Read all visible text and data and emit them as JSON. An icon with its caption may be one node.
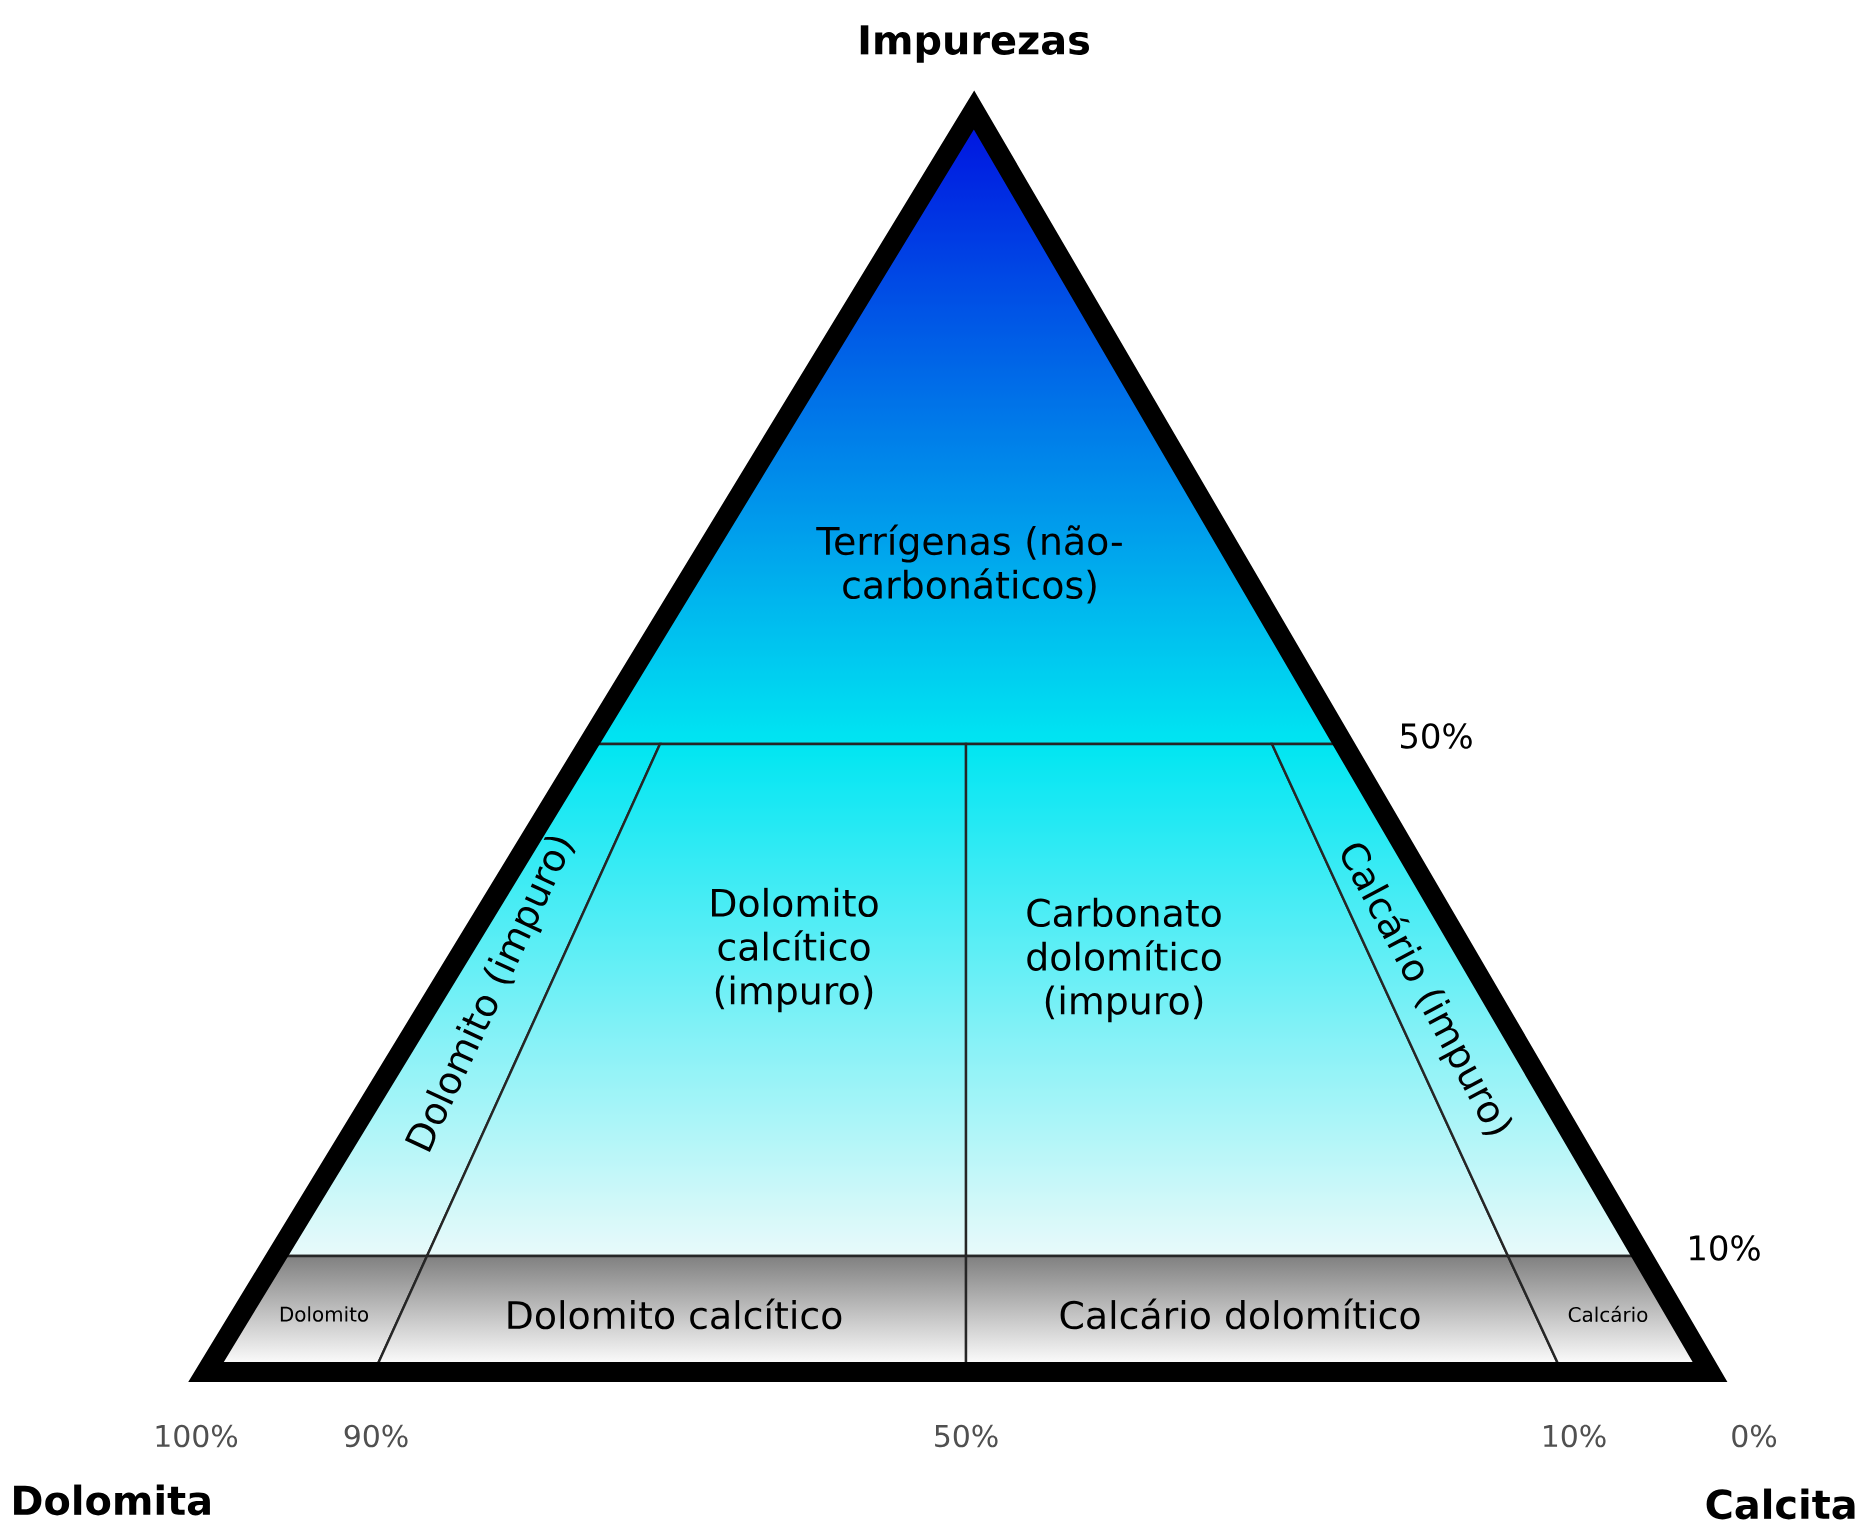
{
  "diagram": {
    "nodes": [
      {
        "text": [
          "Terrígenas (não-carbonáticos)"
        ]
      },
      {
        "text": [
          "Dolomito (impuro)"
        ]
      },
      {
        "text": [
          "Dolomito calcítico (impuro)"
        ]
      },
      {
        "text": [
          "Carbonato dolomítico (impuro)"
        ]
      },
      {
        "text": [
          "Calcário (impuro)"
        ]
      },
      {
        "text": [
          "Dolomito"
        ]
      },
      {
        "text": [
          "Dolomito calcítico"
        ]
      },
      {
        "text": [
          "Calcário dolomítico"
        ]
      },
      {
        "text": [
          "Calcário"
        ]
      }
    ],
    "labels": [
      "Impurezas",
      "50%",
      "10%",
      "100%",
      "90%",
      "50%",
      "10%",
      "0%",
      "Dolomita",
      "Calcita"
    ]
  }
}
